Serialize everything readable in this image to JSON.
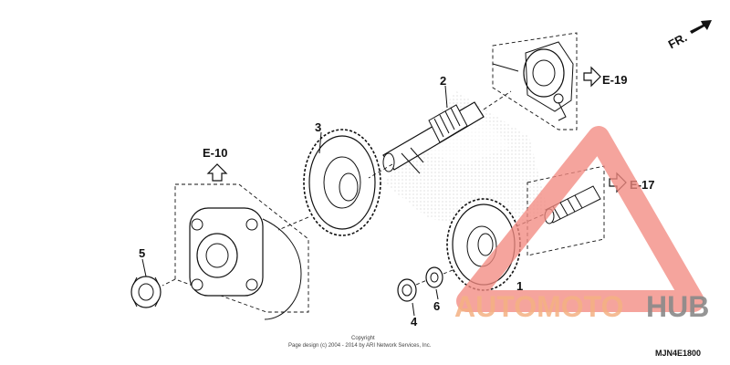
{
  "diagram": {
    "part_numbers": [
      "1",
      "2",
      "3",
      "4",
      "5",
      "6"
    ],
    "refs": [
      "E-10",
      "E-17",
      "E-19"
    ],
    "direction_label": "FR.",
    "copyright": [
      "Copyright",
      "Page design (c) 2004 - 2014 by ARI Network Services, Inc."
    ],
    "diagram_code": "MJN4E1800"
  },
  "watermark": {
    "text_a": "AUTOMOTO",
    "text_b": "HUB",
    "colors": {
      "triangle": "#f28b82",
      "text_a": "#f4b183",
      "text_b": "#8a8a8a"
    }
  }
}
